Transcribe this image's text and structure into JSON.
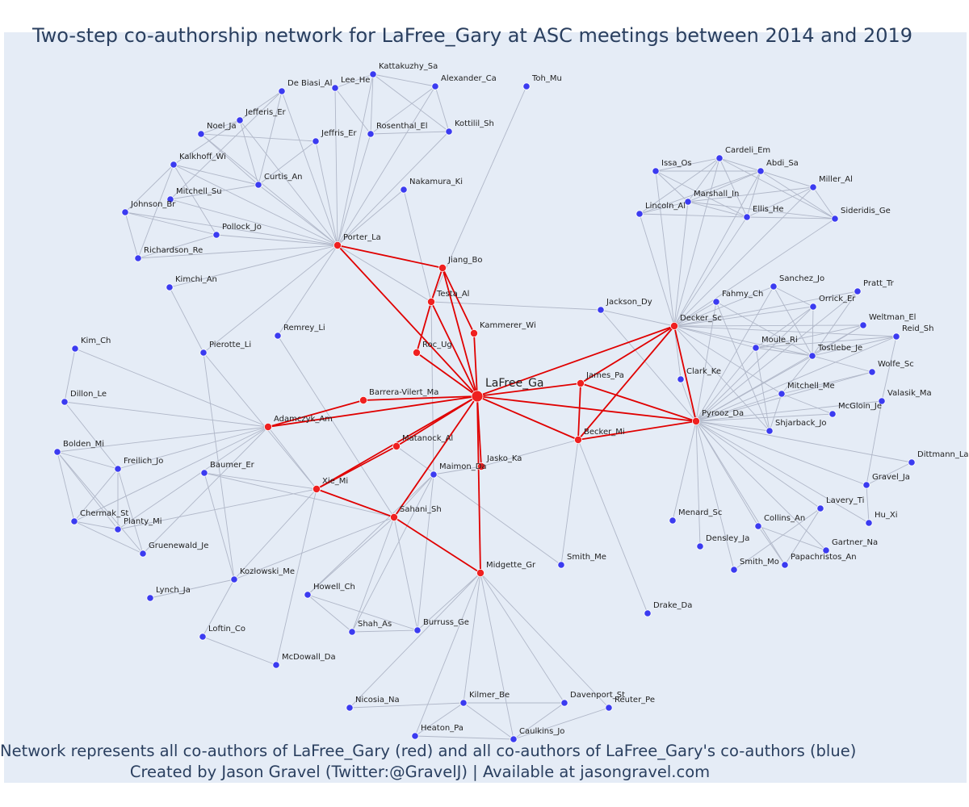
{
  "title": "Two-step co-authorship network for LaFree_Gary at ASC meetings between 2014 and 2019",
  "footer": {
    "line1": "Network represents all co-authors of LaFree_Gary (red) and all co-authors of LaFree_Gary's co-authors (blue)",
    "line2": "Created by Jason Gravel (Twitter:@GravelJ) | Available at jasongravel.com"
  },
  "colors": {
    "red_node": "#ef2020",
    "blue_node": "#3b3bf0",
    "red_edge": "#e00000",
    "blue_edge": "#b0b7c8",
    "background": "#e5ecf6"
  },
  "center": "LaFree_Ga",
  "red_nodes": [
    "Porter_La",
    "Jiang_Bo",
    "Testa_Al",
    "Kammerer_Wi",
    "Roc_Ug",
    "Barrera-Vilert_Ma",
    "Adamczyk_Am",
    "Matanock_Al",
    "Jasko_Ka",
    "Xie_Mi",
    "Sahani_Sh",
    "Midgette_Gr",
    "James_Pa",
    "Becker_Mi",
    "Decker_Sc",
    "Pyrooz_Da"
  ],
  "blue_nodes": [
    "Kattakuzhy_Sa",
    "Lee_He",
    "De Biasi_Al",
    "Alexander_Ca",
    "Toh_Mu",
    "Jefferis_Er",
    "Noel_Ja",
    "Jeffris_Er",
    "Rosenthal_El",
    "Kottilil_Sh",
    "Kalkhoff_Wi",
    "Curtis_An",
    "Mitchell_Su",
    "Nakamura_Ki",
    "Johnson_Br",
    "Pollock_Jo",
    "Richardson_Re",
    "Kimchi_An",
    "Remrey_Li",
    "Pierotte_Li",
    "Kim_Ch",
    "Dillon_Le",
    "Bolden_Mi",
    "Freilich_Jo",
    "Baumer_Er",
    "Chermak_St",
    "Planty_Mi",
    "Gruenewald_Je",
    "Kozlowski_Me",
    "Lynch_Ja",
    "Loftin_Co",
    "McDowall_Da",
    "Howell_Ch",
    "Shah_As",
    "Burruss_Ge",
    "Maimon_Da",
    "Smith_Me",
    "Drake_Da",
    "Nicosia_Na",
    "Kilmer_Be",
    "Davenport_St",
    "Reuter_Pe",
    "Heaton_Pa",
    "Caulkins_Jo",
    "Jackson_Dy",
    "Clark_Ke",
    "Cardeli_Em",
    "Issa_Os",
    "Abdi_Sa",
    "Miller_Al",
    "Marshall_In",
    "Lincoln_Al",
    "Ellis_He",
    "Sideridis_Ge",
    "Sanchez_Jo",
    "Pratt_Tr",
    "Fahmy_Ch",
    "Orrick_Er",
    "Weltman_El",
    "Reid_Sh",
    "Moule_Ri",
    "Tostlebe_Je",
    "Wolfe_Sc",
    "Mitchell_Me",
    "Valasik_Ma",
    "McGloin_Je",
    "Shjarback_Jo",
    "Dittmann_La",
    "Gravel_Ja",
    "Lavery_Ti",
    "Hu_Xi",
    "Menard_Sc",
    "Collins_An",
    "Densley_Ja",
    "Gartner_Na",
    "Smith_Mo",
    "Papachristos_An"
  ],
  "red_edges": [
    [
      "LaFree_Ga",
      "Porter_La"
    ],
    [
      "LaFree_Ga",
      "Jiang_Bo"
    ],
    [
      "LaFree_Ga",
      "Testa_Al"
    ],
    [
      "LaFree_Ga",
      "Kammerer_Wi"
    ],
    [
      "LaFree_Ga",
      "Roc_Ug"
    ],
    [
      "LaFree_Ga",
      "Barrera-Vilert_Ma"
    ],
    [
      "LaFree_Ga",
      "Adamczyk_Am"
    ],
    [
      "LaFree_Ga",
      "Matanock_Al"
    ],
    [
      "LaFree_Ga",
      "Jasko_Ka"
    ],
    [
      "LaFree_Ga",
      "Xie_Mi"
    ],
    [
      "LaFree_Ga",
      "Sahani_Sh"
    ],
    [
      "LaFree_Ga",
      "Midgette_Gr"
    ],
    [
      "LaFree_Ga",
      "James_Pa"
    ],
    [
      "LaFree_Ga",
      "Becker_Mi"
    ],
    [
      "LaFree_Ga",
      "Decker_Sc"
    ],
    [
      "LaFree_Ga",
      "Pyrooz_Da"
    ],
    [
      "Porter_La",
      "Jiang_Bo"
    ],
    [
      "Jiang_Bo",
      "Testa_Al"
    ],
    [
      "Jiang_Bo",
      "Kammerer_Wi"
    ],
    [
      "Testa_Al",
      "Roc_Ug"
    ],
    [
      "Barrera-Vilert_Ma",
      "Adamczyk_Am"
    ],
    [
      "Matanock_Al",
      "Xie_Mi"
    ],
    [
      "Xie_Mi",
      "Sahani_Sh"
    ],
    [
      "Sahani_Sh",
      "Midgette_Gr"
    ],
    [
      "James_Pa",
      "Becker_Mi"
    ],
    [
      "James_Pa",
      "Decker_Sc"
    ],
    [
      "James_Pa",
      "Pyrooz_Da"
    ],
    [
      "Becker_Mi",
      "Decker_Sc"
    ],
    [
      "Becker_Mi",
      "Pyrooz_Da"
    ],
    [
      "Decker_Sc",
      "Pyrooz_Da"
    ]
  ],
  "blue_edges": [
    [
      "Porter_La",
      "De Biasi_Al"
    ],
    [
      "Porter_La",
      "Lee_He"
    ],
    [
      "Porter_La",
      "Kattakuzhy_Sa"
    ],
    [
      "Porter_La",
      "Alexander_Ca"
    ],
    [
      "Porter_La",
      "Jefferis_Er"
    ],
    [
      "Porter_La",
      "Noel_Ja"
    ],
    [
      "Porter_La",
      "Jeffris_Er"
    ],
    [
      "Porter_La",
      "Rosenthal_El"
    ],
    [
      "Porter_La",
      "Kottilil_Sh"
    ],
    [
      "Porter_La",
      "Kalkhoff_Wi"
    ],
    [
      "Porter_La",
      "Curtis_An"
    ],
    [
      "Porter_La",
      "Mitchell_Su"
    ],
    [
      "Porter_La",
      "Nakamura_Ki"
    ],
    [
      "Porter_La",
      "Johnson_Br"
    ],
    [
      "Porter_La",
      "Pollock_Jo"
    ],
    [
      "Porter_La",
      "Richardson_Re"
    ],
    [
      "Porter_La",
      "Kimchi_An"
    ],
    [
      "Porter_La",
      "Remrey_Li"
    ],
    [
      "Porter_La",
      "Pierotte_Li"
    ],
    [
      "Porter_La",
      "Testa_Al"
    ],
    [
      "Kattakuzhy_Sa",
      "Alexander_Ca"
    ],
    [
      "Kattakuzhy_Sa",
      "Rosenthal_El"
    ],
    [
      "Kattakuzhy_Sa",
      "Kottilil_Sh"
    ],
    [
      "Kattakuzhy_Sa",
      "Lee_He"
    ],
    [
      "Alexander_Ca",
      "Rosenthal_El"
    ],
    [
      "Alexander_Ca",
      "Kottilil_Sh"
    ],
    [
      "Rosenthal_El",
      "Kottilil_Sh"
    ],
    [
      "Lee_He",
      "Rosenthal_El"
    ],
    [
      "De Biasi_Al",
      "Curtis_An"
    ],
    [
      "De Biasi_Al",
      "Jefferis_Er"
    ],
    [
      "Jefferis_Er",
      "Curtis_An"
    ],
    [
      "Jefferis_Er",
      "Noel_Ja"
    ],
    [
      "Noel_Ja",
      "Jeffris_Er"
    ],
    [
      "Noel_Ja",
      "Curtis_An"
    ],
    [
      "Jeffris_Er",
      "Curtis_An"
    ],
    [
      "Jefferis_Er",
      "Kalkhoff_Wi"
    ],
    [
      "Kalkhoff_Wi",
      "Curtis_An"
    ],
    [
      "Mitchell_Su",
      "Curtis_An"
    ],
    [
      "Kalkhoff_Wi",
      "Johnson_Br"
    ],
    [
      "Kalkhoff_Wi",
      "Pollock_Jo"
    ],
    [
      "Johnson_Br",
      "Pollock_Jo"
    ],
    [
      "Johnson_Br",
      "Richardson_Re"
    ],
    [
      "Richardson_Re",
      "Kalkhoff_Wi"
    ],
    [
      "Richardson_Re",
      "Pollock_Jo"
    ],
    [
      "De Biasi_Al",
      "Mitchell_Su"
    ],
    [
      "Toh_Mu",
      "Testa_Al"
    ],
    [
      "Nakamura_Ki",
      "Testa_Al"
    ],
    [
      "Testa_Al",
      "Jackson_Dy"
    ],
    [
      "Testa_Al",
      "Maimon_Da"
    ],
    [
      "Remrey_Li",
      "Sahani_Sh"
    ],
    [
      "Kimchi_An",
      "Pierotte_Li"
    ],
    [
      "Pierotte_Li",
      "Kozlowski_Me"
    ],
    [
      "Pierotte_Li",
      "Xie_Mi"
    ],
    [
      "Adamczyk_Am",
      "Kim_Ch"
    ],
    [
      "Adamczyk_Am",
      "Dillon_Le"
    ],
    [
      "Adamczyk_Am",
      "Bolden_Mi"
    ],
    [
      "Adamczyk_Am",
      "Freilich_Jo"
    ],
    [
      "Adamczyk_Am",
      "Chermak_St"
    ],
    [
      "Adamczyk_Am",
      "Planty_Mi"
    ],
    [
      "Adamczyk_Am",
      "Gruenewald_Je"
    ],
    [
      "Adamczyk_Am",
      "Xie_Mi"
    ],
    [
      "Kim_Ch",
      "Dillon_Le"
    ],
    [
      "Dillon_Le",
      "Freilich_Jo"
    ],
    [
      "Bolden_Mi",
      "Freilich_Jo"
    ],
    [
      "Bolden_Mi",
      "Chermak_St"
    ],
    [
      "Bolden_Mi",
      "Gruenewald_Je"
    ],
    [
      "Bolden_Mi",
      "Planty_Mi"
    ],
    [
      "Freilich_Jo",
      "Chermak_St"
    ],
    [
      "Freilich_Jo",
      "Planty_Mi"
    ],
    [
      "Freilich_Jo",
      "Gruenewald_Je"
    ],
    [
      "Chermak_St",
      "Planty_Mi"
    ],
    [
      "Chermak_St",
      "Gruenewald_Je"
    ],
    [
      "Baumer_Er",
      "Xie_Mi"
    ],
    [
      "Baumer_Er",
      "Kozlowski_Me"
    ],
    [
      "Baumer_Er",
      "Sahani_Sh"
    ],
    [
      "Xie_Mi",
      "Kozlowski_Me"
    ],
    [
      "Xie_Mi",
      "McDowall_Da"
    ],
    [
      "Xie_Mi",
      "Planty_Mi"
    ],
    [
      "Lynch_Ja",
      "Kozlowski_Me"
    ],
    [
      "Kozlowski_Me",
      "Sahani_Sh"
    ],
    [
      "Loftin_Co",
      "McDowall_Da"
    ],
    [
      "Loftin_Co",
      "Kozlowski_Me"
    ],
    [
      "Sahani_Sh",
      "Howell_Ch"
    ],
    [
      "Sahani_Sh",
      "Shah_As"
    ],
    [
      "Sahani_Sh",
      "Burruss_Ge"
    ],
    [
      "Sahani_Sh",
      "Maimon_Da"
    ],
    [
      "Howell_Ch",
      "Shah_As"
    ],
    [
      "Howell_Ch",
      "Burruss_Ge"
    ],
    [
      "Shah_As",
      "Burruss_Ge"
    ],
    [
      "Maimon_Da",
      "Shah_As"
    ],
    [
      "Maimon_Da",
      "Burruss_Ge"
    ],
    [
      "Maimon_Da",
      "Jasko_Ka"
    ],
    [
      "Maimon_Da",
      "Howell_Ch"
    ],
    [
      "Matanock_Al",
      "Smith_Me"
    ],
    [
      "Becker_Mi",
      "Jasko_Ka"
    ],
    [
      "Becker_Mi",
      "Drake_Da"
    ],
    [
      "Becker_Mi",
      "Smith_Me"
    ],
    [
      "Midgette_Gr",
      "Nicosia_Na"
    ],
    [
      "Midgette_Gr",
      "Kilmer_Be"
    ],
    [
      "Midgette_Gr",
      "Davenport_St"
    ],
    [
      "Midgette_Gr",
      "Reuter_Pe"
    ],
    [
      "Midgette_Gr",
      "Heaton_Pa"
    ],
    [
      "Midgette_Gr",
      "Caulkins_Jo"
    ],
    [
      "Midgette_Gr",
      "Burruss_Ge"
    ],
    [
      "Nicosia_Na",
      "Kilmer_Be"
    ],
    [
      "Kilmer_Be",
      "Davenport_St"
    ],
    [
      "Kilmer_Be",
      "Heaton_Pa"
    ],
    [
      "Kilmer_Be",
      "Caulkins_Jo"
    ],
    [
      "Davenport_St",
      "Caulkins_Jo"
    ],
    [
      "Reuter_Pe",
      "Caulkins_Jo"
    ],
    [
      "Heaton_Pa",
      "Caulkins_Jo"
    ],
    [
      "Jackson_Dy",
      "Decker_Sc"
    ],
    [
      "Jackson_Dy",
      "Pyrooz_Da"
    ],
    [
      "Clark_Ke",
      "Decker_Sc"
    ],
    [
      "Clark_Ke",
      "Pyrooz_Da"
    ],
    [
      "Decker_Sc",
      "Cardeli_Em"
    ],
    [
      "Decker_Sc",
      "Issa_Os"
    ],
    [
      "Decker_Sc",
      "Abdi_Sa"
    ],
    [
      "Decker_Sc",
      "Miller_Al"
    ],
    [
      "Decker_Sc",
      "Marshall_In"
    ],
    [
      "Decker_Sc",
      "Lincoln_Al"
    ],
    [
      "Decker_Sc",
      "Ellis_He"
    ],
    [
      "Decker_Sc",
      "Sideridis_Ge"
    ],
    [
      "Cardeli_Em",
      "Issa_Os"
    ],
    [
      "Cardeli_Em",
      "Abdi_Sa"
    ],
    [
      "Cardeli_Em",
      "Miller_Al"
    ],
    [
      "Cardeli_Em",
      "Marshall_In"
    ],
    [
      "Cardeli_Em",
      "Lincoln_Al"
    ],
    [
      "Cardeli_Em",
      "Ellis_He"
    ],
    [
      "Cardeli_Em",
      "Sideridis_Ge"
    ],
    [
      "Issa_Os",
      "Abdi_Sa"
    ],
    [
      "Issa_Os",
      "Marshall_In"
    ],
    [
      "Issa_Os",
      "Ellis_He"
    ],
    [
      "Abdi_Sa",
      "Miller_Al"
    ],
    [
      "Abdi_Sa",
      "Marshall_In"
    ],
    [
      "Abdi_Sa",
      "Lincoln_Al"
    ],
    [
      "Abdi_Sa",
      "Ellis_He"
    ],
    [
      "Abdi_Sa",
      "Sideridis_Ge"
    ],
    [
      "Miller_Al",
      "Marshall_In"
    ],
    [
      "Miller_Al",
      "Ellis_He"
    ],
    [
      "Miller_Al",
      "Sideridis_Ge"
    ],
    [
      "Marshall_In",
      "Lincoln_Al"
    ],
    [
      "Marshall_In",
      "Ellis_He"
    ],
    [
      "Marshall_In",
      "Sideridis_Ge"
    ],
    [
      "Lincoln_Al",
      "Ellis_He"
    ],
    [
      "Ellis_He",
      "Sideridis_Ge"
    ],
    [
      "Decker_Sc",
      "Sanchez_Jo"
    ],
    [
      "Decker_Sc",
      "Fahmy_Ch"
    ],
    [
      "Decker_Sc",
      "Orrick_Er"
    ],
    [
      "Decker_Sc",
      "Weltman_El"
    ],
    [
      "Decker_Sc",
      "Reid_Sh"
    ],
    [
      "Decker_Sc",
      "Moule_Ri"
    ],
    [
      "Decker_Sc",
      "Tostlebe_Je"
    ],
    [
      "Decker_Sc",
      "Mitchell_Me"
    ],
    [
      "Decker_Sc",
      "Shjarback_Jo"
    ],
    [
      "Decker_Sc",
      "Pratt_Tr"
    ],
    [
      "Pyrooz_Da",
      "Sanchez_Jo"
    ],
    [
      "Pyrooz_Da",
      "Fahmy_Ch"
    ],
    [
      "Pyrooz_Da",
      "Orrick_Er"
    ],
    [
      "Pyrooz_Da",
      "Weltman_El"
    ],
    [
      "Pyrooz_Da",
      "Reid_Sh"
    ],
    [
      "Pyrooz_Da",
      "Moule_Ri"
    ],
    [
      "Pyrooz_Da",
      "Tostlebe_Je"
    ],
    [
      "Pyrooz_Da",
      "Wolfe_Sc"
    ],
    [
      "Pyrooz_Da",
      "Mitchell_Me"
    ],
    [
      "Pyrooz_Da",
      "Valasik_Ma"
    ],
    [
      "Pyrooz_Da",
      "McGloin_Je"
    ],
    [
      "Pyrooz_Da",
      "Shjarback_Jo"
    ],
    [
      "Pyrooz_Da",
      "Pratt_Tr"
    ],
    [
      "Pyrooz_Da",
      "Dittmann_La"
    ],
    [
      "Pyrooz_Da",
      "Gravel_Ja"
    ],
    [
      "Pyrooz_Da",
      "Lavery_Ti"
    ],
    [
      "Pyrooz_Da",
      "Hu_Xi"
    ],
    [
      "Pyrooz_Da",
      "Menard_Sc"
    ],
    [
      "Pyrooz_Da",
      "Collins_An"
    ],
    [
      "Pyrooz_Da",
      "Densley_Ja"
    ],
    [
      "Pyrooz_Da",
      "Gartner_Na"
    ],
    [
      "Pyrooz_Da",
      "Smith_Mo"
    ],
    [
      "Pyrooz_Da",
      "Papachristos_An"
    ],
    [
      "Moule_Ri",
      "Tostlebe_Je"
    ],
    [
      "Moule_Ri",
      "Orrick_Er"
    ],
    [
      "Moule_Ri",
      "Weltman_El"
    ],
    [
      "Moule_Ri",
      "Reid_Sh"
    ],
    [
      "Fahmy_Ch",
      "Tostlebe_Je"
    ],
    [
      "Sanchez_Jo",
      "Tostlebe_Je"
    ],
    [
      "Sanchez_Jo",
      "Orrick_Er"
    ],
    [
      "Orrick_Er",
      "Tostlebe_Je"
    ],
    [
      "Weltman_El",
      "Tostlebe_Je"
    ],
    [
      "Reid_Sh",
      "Tostlebe_Je"
    ],
    [
      "Pratt_Tr",
      "Tostlebe_Je"
    ],
    [
      "Tostlebe_Je",
      "Wolfe_Sc"
    ],
    [
      "Tostlebe_Je",
      "Mitchell_Me"
    ],
    [
      "Mitchell_Me",
      "Wolfe_Sc"
    ],
    [
      "Mitchell_Me",
      "McGloin_Je"
    ],
    [
      "Mitchell_Me",
      "Shjarback_Jo"
    ],
    [
      "Reid_Sh",
      "Valasik_Ma"
    ],
    [
      "Valasik_Ma",
      "Gravel_Ja"
    ],
    [
      "Gravel_Ja",
      "Dittmann_La"
    ],
    [
      "Gravel_Ja",
      "Hu_Xi"
    ],
    [
      "Lavery_Ti",
      "Smith_Mo"
    ],
    [
      "Collins_An",
      "Papachristos_An"
    ],
    [
      "Collins_An",
      "Gartner_Na"
    ],
    [
      "Papachristos_An",
      "Lavery_Ti"
    ],
    [
      "Fahmy_Ch",
      "Shjarback_Jo"
    ],
    [
      "Moule_Ri",
      "Shjarback_Jo"
    ]
  ]
}
